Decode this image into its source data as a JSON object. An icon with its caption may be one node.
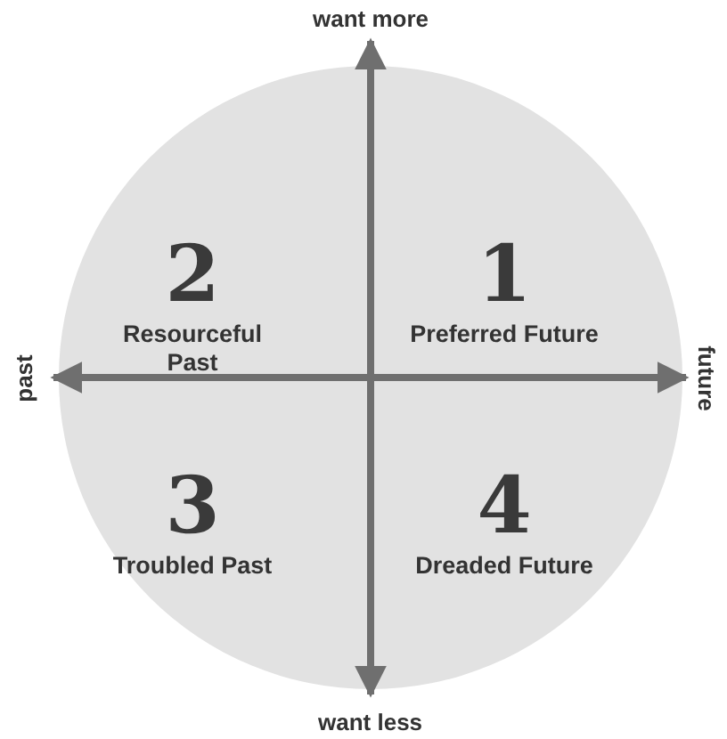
{
  "diagram": {
    "nodes": [
      {
        "text": [],
        "shape": "circle"
      },
      {
        "text": [
          "2",
          "Resourceful Past"
        ],
        "in": 0
      },
      {
        "text": [
          "1",
          "Preferred Future"
        ],
        "in": 0
      },
      {
        "text": [
          "3",
          "Troubled Past"
        ],
        "in": 0
      },
      {
        "text": [
          "4",
          "Dreaded Future"
        ],
        "in": 0
      }
    ],
    "labels": [
      "want more",
      "past",
      "future",
      "want less"
    ]
  }
}
